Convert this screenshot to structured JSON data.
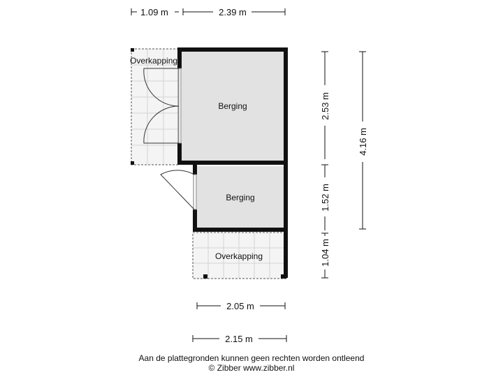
{
  "rooms": {
    "overkapping_left": "Overkapping",
    "berging_top": "Berging",
    "berging_bottom": "Berging",
    "overkapping_bottom": "Overkapping"
  },
  "dimensions": {
    "top_left": "1.09 m",
    "top_right": "2.39 m",
    "right_253": "2.53 m",
    "right_152": "1.52 m",
    "right_104": "1.04 m",
    "right_416": "4.16 m",
    "bottom_205": "2.05 m",
    "bottom_215": "2.15 m"
  },
  "footer": {
    "disclaimer": "Aan de plattegronden kunnen geen rechten worden ontleend",
    "credit": "© Zibber www.zibber.nl"
  }
}
